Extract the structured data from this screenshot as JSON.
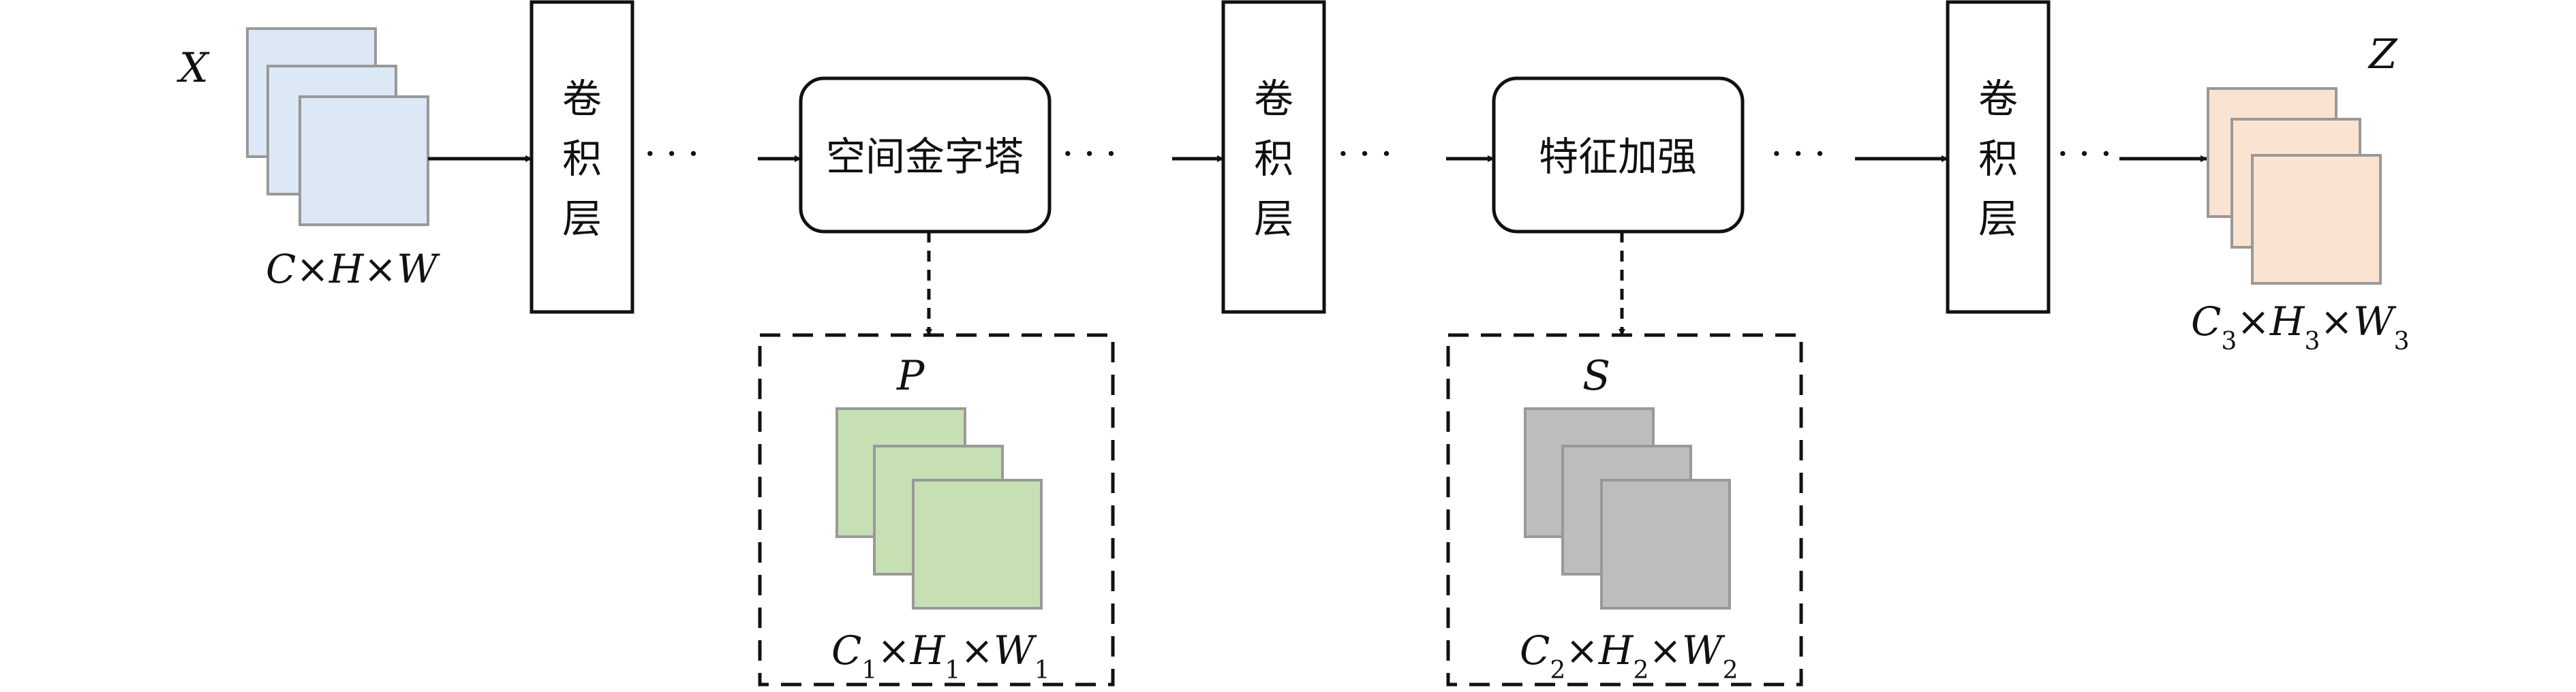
{
  "nodes": {
    "input": {
      "label": "X",
      "dims": {
        "c": "C",
        "h": "H",
        "w": "W",
        "c_sub": "",
        "h_sub": "",
        "w_sub": ""
      },
      "color": "#dce8f5"
    },
    "conv1": {
      "chars": [
        "卷",
        "积",
        "层"
      ]
    },
    "pyramid": {
      "label": "空间金字塔"
    },
    "pyramid_out": {
      "label": "P",
      "dims": {
        "c": "C",
        "h": "H",
        "w": "W",
        "c_sub": "1",
        "h_sub": "1",
        "w_sub": "1"
      },
      "color": "#c6e0b4"
    },
    "conv2": {
      "chars": [
        "卷",
        "积",
        "层"
      ]
    },
    "enhance": {
      "label": "特征加强"
    },
    "enhance_out": {
      "label": "S",
      "dims": {
        "c": "C",
        "h": "H",
        "w": "W",
        "c_sub": "2",
        "h_sub": "2",
        "w_sub": "2"
      },
      "color": "#bdbdbd"
    },
    "conv3": {
      "chars": [
        "卷",
        "积",
        "层"
      ]
    },
    "output": {
      "label": "Z",
      "dims": {
        "c": "C",
        "h": "H",
        "w": "W",
        "c_sub": "3",
        "h_sub": "3",
        "w_sub": "3"
      },
      "color": "#fbe3d1"
    }
  },
  "symbols": {
    "dots": "···",
    "times": "×"
  },
  "colors": {
    "stroke": "#111111",
    "stack_stroke": "#999999"
  }
}
